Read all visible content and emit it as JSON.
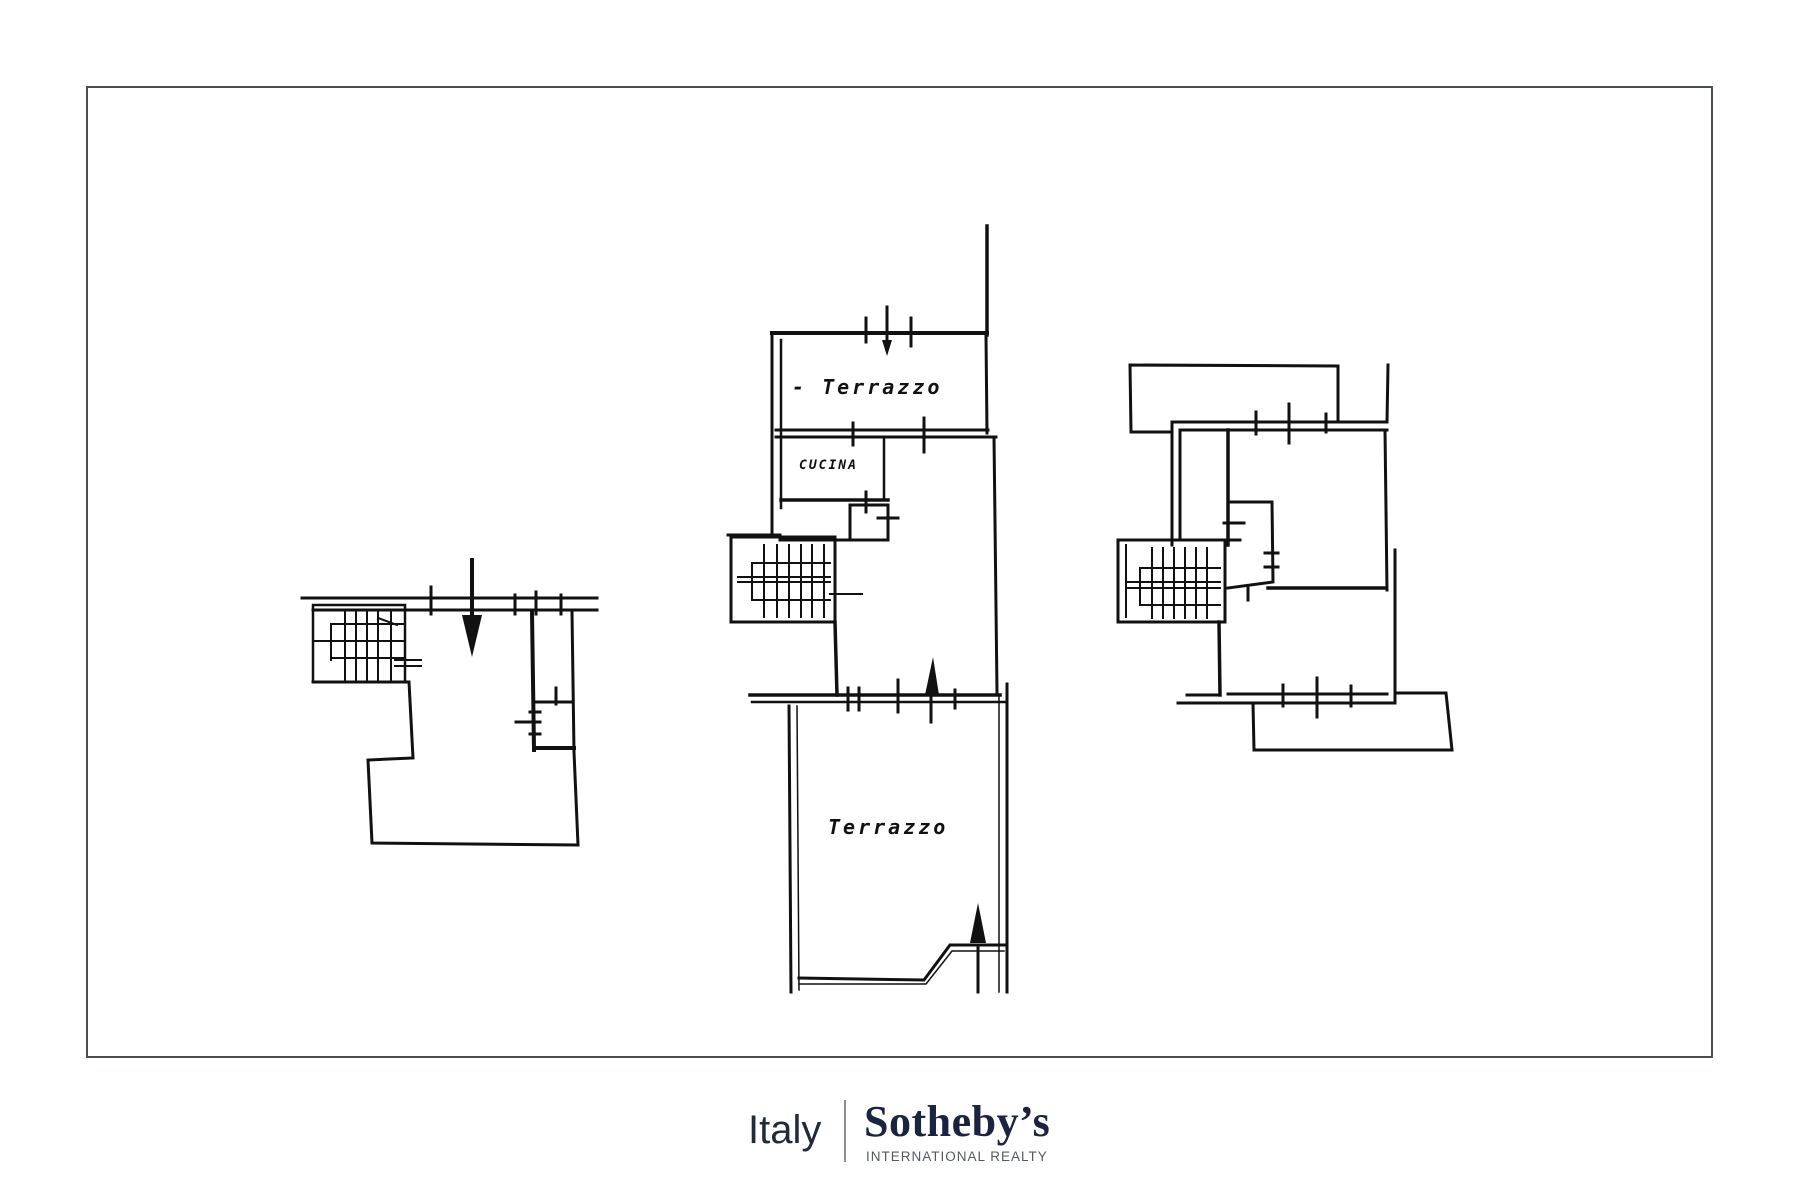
{
  "document": {
    "type": "floor plan",
    "frame_border_color": "#4a4f52",
    "line_color": "#111111"
  },
  "plans": [
    {
      "id": "left-plan",
      "labels": []
    },
    {
      "id": "middle-plan",
      "labels": [
        {
          "text": "- Terrazzo",
          "room": "upper-terrace"
        },
        {
          "text": "Cucina",
          "room": "kitchen"
        },
        {
          "text": "Terrazzo",
          "room": "lower-terrace"
        }
      ]
    },
    {
      "id": "right-plan",
      "labels": []
    }
  ],
  "labels": {
    "upper_terrace": "- Terrazzo",
    "kitchen": "CUCINA",
    "lower_terrace": "Terrazzo"
  },
  "footer": {
    "logo": {
      "region": "Italy",
      "brand": "Sotheby’s",
      "tagline": "INTERNATIONAL REALTY",
      "brand_color": "#1a2340",
      "tagline_color": "#555a60"
    }
  }
}
